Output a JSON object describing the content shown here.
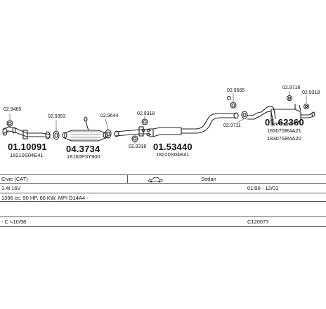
{
  "parts": {
    "p1": {
      "small": "02.9465"
    },
    "p2": {
      "main": "01.10091",
      "sub": "18210S04E41"
    },
    "p3": {
      "small": "02.9353"
    },
    "p4": {
      "main": "04.3734",
      "sub": "18160P3Y900"
    },
    "p5": {
      "small": "02.9644"
    },
    "p6": {
      "small": "02.9318"
    },
    "p7": {
      "small": "02.9318"
    },
    "p8": {
      "main": "01.53440",
      "sub": "18220S04E41"
    },
    "p9": {
      "small": "02.9565"
    },
    "p10": {
      "small": "02.9711"
    },
    "p11": {
      "small": "02.9718"
    },
    "p12": {
      "small": "02.9318"
    },
    "p13": {
      "main": "01.62360",
      "sub": "18307SR4A21",
      "sub2": "18307SR4A20"
    }
  },
  "info": {
    "model": "Civic (CAT)",
    "body_type": "Sedan",
    "engine": "1.4i 16V",
    "period": "01/96 - 12/01",
    "spec": "1396 cc, 90 HP, 66 KW, MPI D14A4 -",
    "note": "- C <10/98",
    "code": "C120077"
  },
  "icons": {
    "car": "sedan-car-icon"
  }
}
